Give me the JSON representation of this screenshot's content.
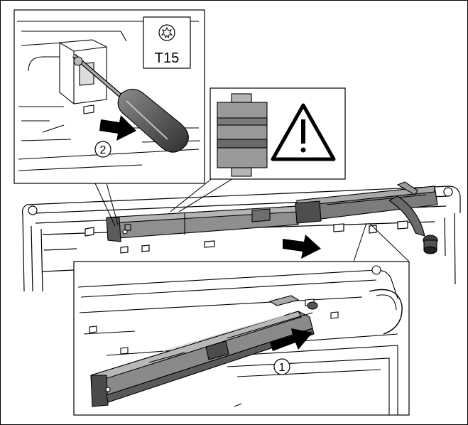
{
  "tool": {
    "label": "T15",
    "symbol": "torx-icon"
  },
  "steps": [
    {
      "number": "1"
    },
    {
      "number": "2"
    }
  ],
  "warning": {
    "symbol": "warning-triangle-icon"
  }
}
